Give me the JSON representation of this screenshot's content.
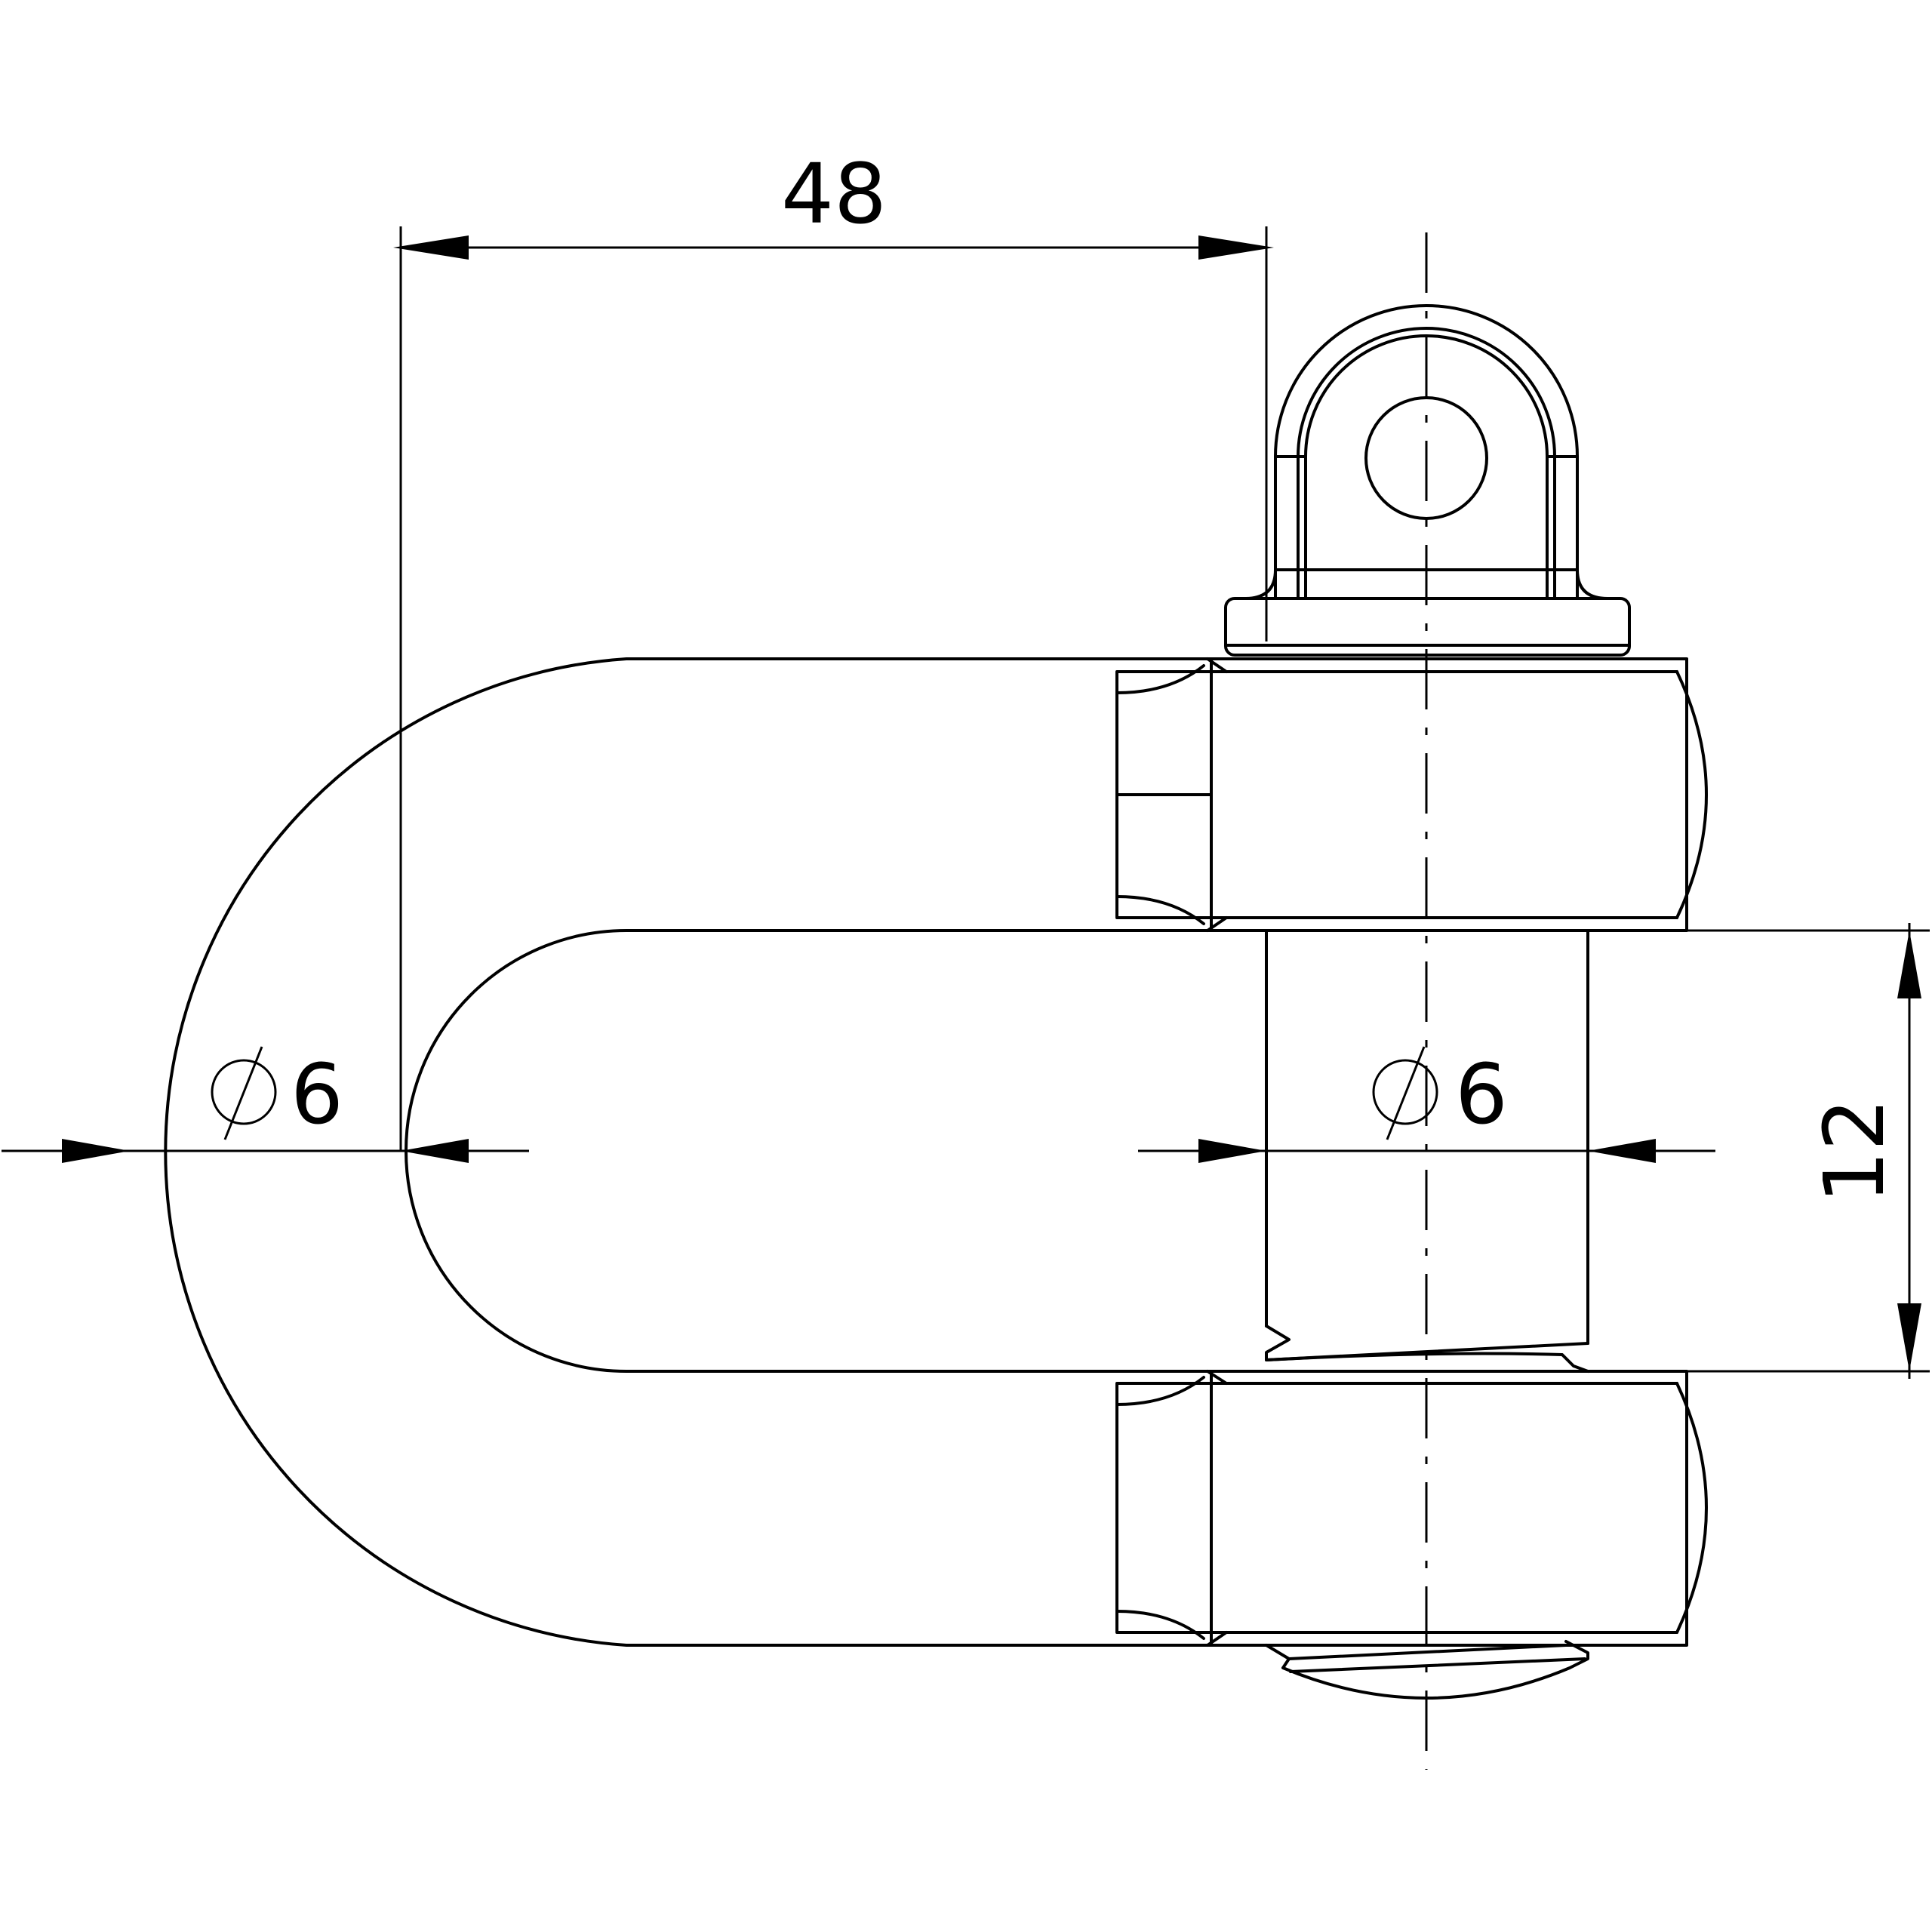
{
  "dimensions": {
    "width_top": "48",
    "dia_left": "6",
    "dia_right": "6",
    "height_right": "12"
  },
  "colors": {
    "line": "#000000",
    "background": "#ffffff"
  }
}
